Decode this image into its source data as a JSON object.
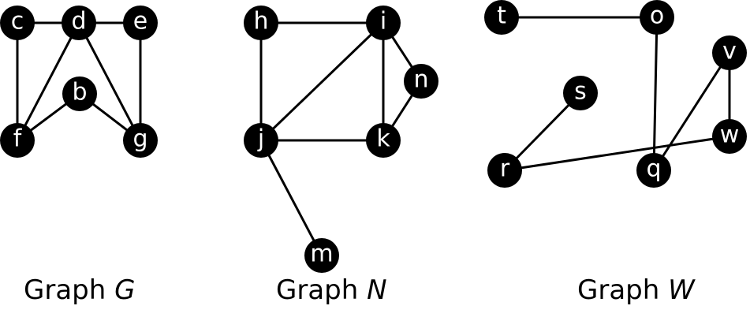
{
  "graphs": [
    {
      "id": "G",
      "caption_prefix": "Graph",
      "caption_var": "G",
      "vertices": [
        "c",
        "d",
        "e",
        "b",
        "f",
        "g"
      ],
      "edges": [
        [
          "c",
          "d"
        ],
        [
          "d",
          "e"
        ],
        [
          "c",
          "f"
        ],
        [
          "d",
          "f"
        ],
        [
          "d",
          "g"
        ],
        [
          "e",
          "g"
        ],
        [
          "f",
          "b"
        ],
        [
          "b",
          "g"
        ]
      ]
    },
    {
      "id": "N",
      "caption_prefix": "Graph",
      "caption_var": "N",
      "vertices": [
        "h",
        "i",
        "n",
        "j",
        "k",
        "m"
      ],
      "edges": [
        [
          "h",
          "i"
        ],
        [
          "h",
          "j"
        ],
        [
          "i",
          "j"
        ],
        [
          "i",
          "k"
        ],
        [
          "i",
          "n"
        ],
        [
          "n",
          "k"
        ],
        [
          "j",
          "k"
        ],
        [
          "j",
          "m"
        ]
      ]
    },
    {
      "id": "W",
      "caption_prefix": "Graph",
      "caption_var": "W",
      "vertices": [
        "t",
        "o",
        "v",
        "s",
        "w",
        "r",
        "q"
      ],
      "edges": [
        [
          "t",
          "o"
        ],
        [
          "o",
          "q"
        ],
        [
          "q",
          "v"
        ],
        [
          "v",
          "w"
        ],
        [
          "s",
          "r"
        ],
        [
          "r",
          "w"
        ]
      ]
    }
  ]
}
